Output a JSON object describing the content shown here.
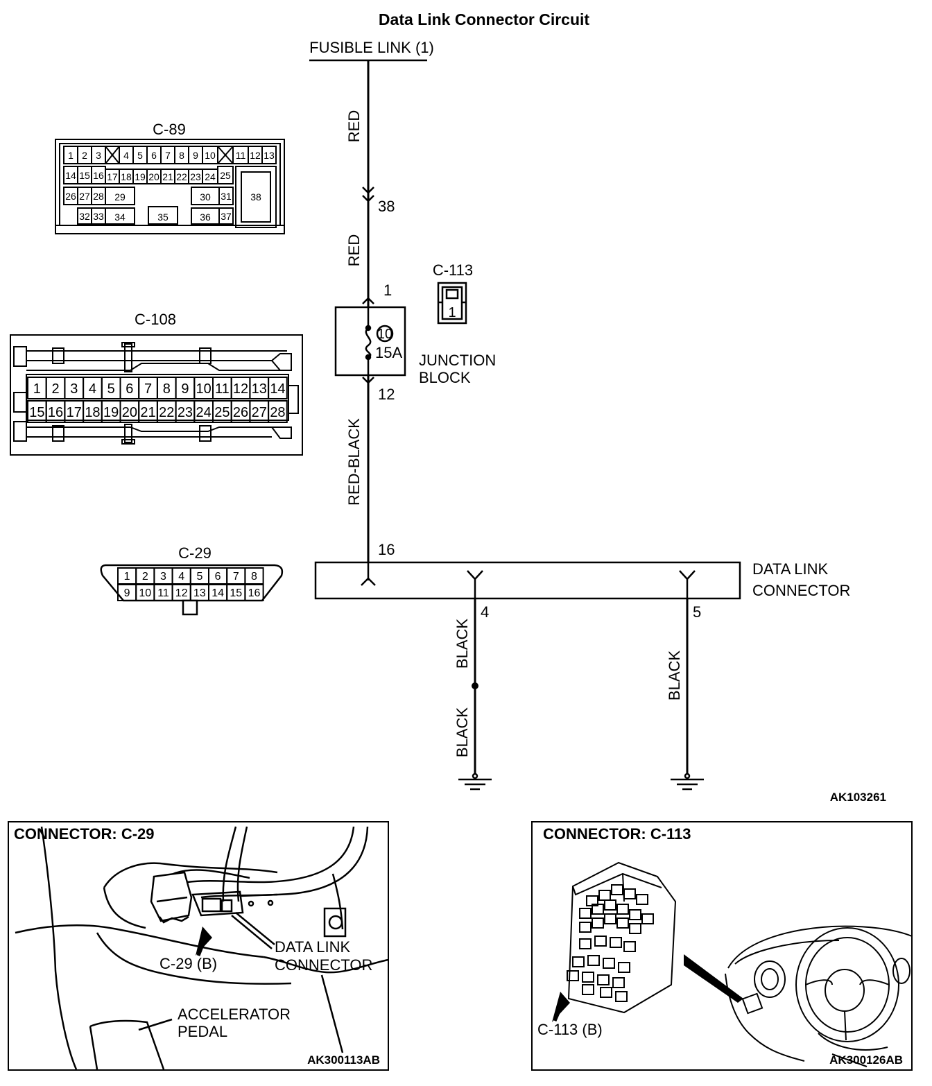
{
  "title": "Data Link Connector Circuit",
  "fusible_link": "FUSIBLE LINK (1)",
  "wires": {
    "red_upper": "RED",
    "red_lower": "RED",
    "red_black": "RED-BLACK",
    "black_a": "BLACK",
    "black_b": "BLACK",
    "black_c": "BLACK"
  },
  "pins": {
    "p38": "38",
    "p1": "1",
    "p12": "12",
    "p16": "16",
    "p4": "4",
    "p5": "5"
  },
  "fuse": {
    "number": "10",
    "rating": "15A"
  },
  "junction_block": {
    "line1": "JUNCTION",
    "line2": "BLOCK"
  },
  "data_link_connector": {
    "line1": "DATA LINK",
    "line2": "CONNECTOR"
  },
  "diagram_code": "AK103261",
  "connectors": {
    "c89": {
      "label": "C-89",
      "row1": [
        "1",
        "2",
        "3",
        "4",
        "5",
        "6",
        "7",
        "8",
        "9",
        "10",
        "11",
        "12",
        "13"
      ],
      "row2": [
        "14",
        "15",
        "16",
        "17",
        "18",
        "19",
        "20",
        "21",
        "22",
        "23",
        "24",
        "25"
      ],
      "row3": [
        "26",
        "27",
        "28",
        "29",
        "30",
        "31",
        "38"
      ],
      "row4": [
        "32",
        "33",
        "34",
        "35",
        "36",
        "37"
      ]
    },
    "c108": {
      "label": "C-108",
      "row1": [
        "1",
        "2",
        "3",
        "4",
        "5",
        "6",
        "7",
        "8",
        "9",
        "10",
        "11",
        "12",
        "13",
        "14"
      ],
      "row2": [
        "15",
        "16",
        "17",
        "18",
        "19",
        "20",
        "21",
        "22",
        "23",
        "24",
        "25",
        "26",
        "27",
        "28"
      ]
    },
    "c29": {
      "label": "C-29",
      "row1": [
        "1",
        "2",
        "3",
        "4",
        "5",
        "6",
        "7",
        "8"
      ],
      "row2": [
        "9",
        "10",
        "11",
        "12",
        "13",
        "14",
        "15",
        "16"
      ]
    },
    "c113": {
      "label": "C-113",
      "pin": "1"
    }
  },
  "panel_left": {
    "heading": "CONNECTOR: C-29",
    "pointer": "C-29 (B)",
    "dlc1": "DATA  LINK",
    "dlc2": "CONNECTOR",
    "pedal1": "ACCELERATOR",
    "pedal2": "PEDAL",
    "code": "AK300113AB"
  },
  "panel_right": {
    "heading": "CONNECTOR: C-113",
    "pointer": "C-113 (B)",
    "code": "AK300126AB"
  }
}
